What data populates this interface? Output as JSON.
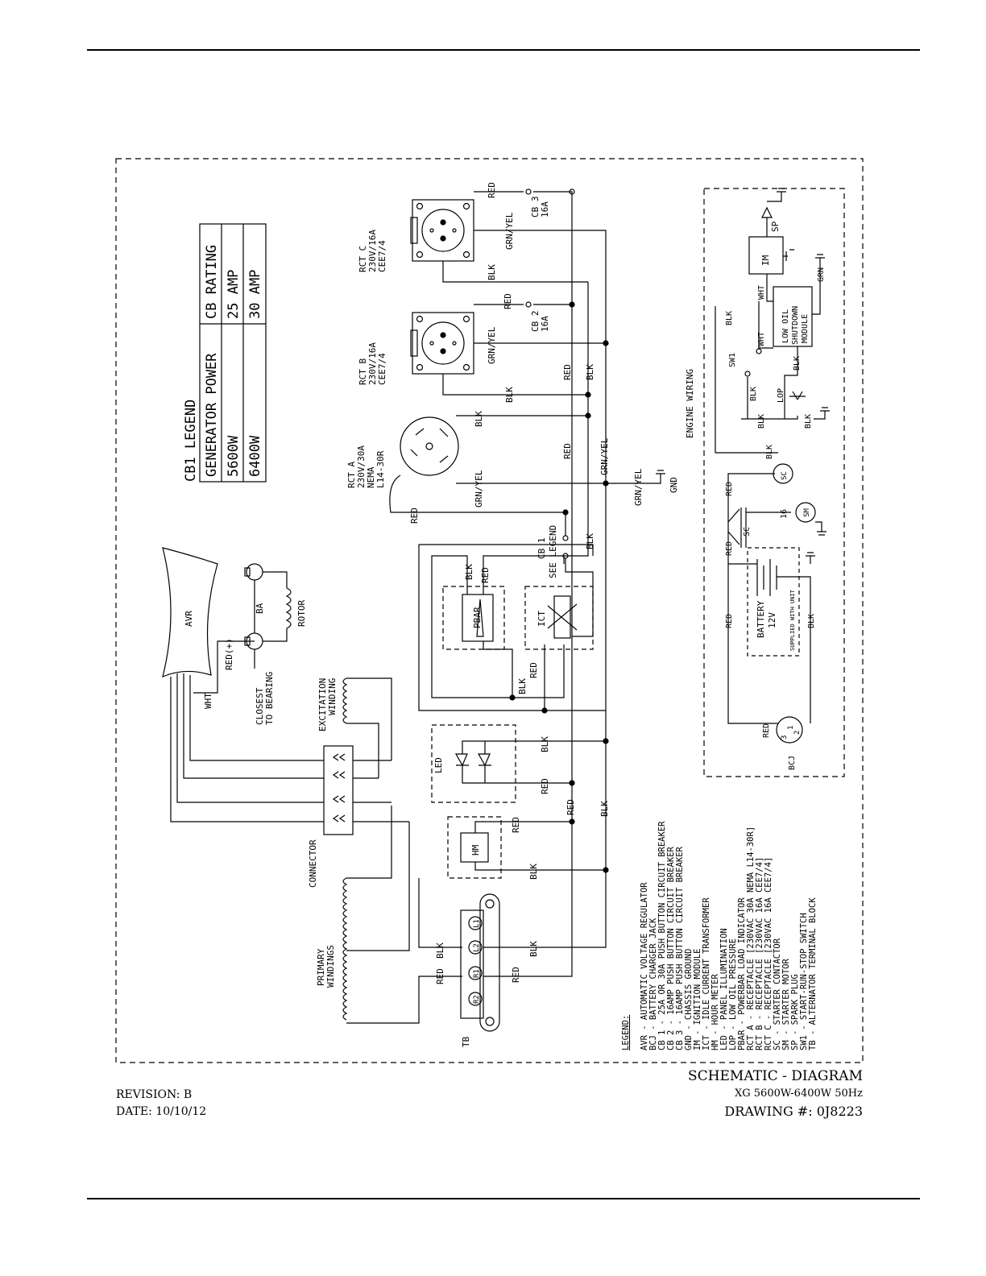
{
  "cb1_legend": {
    "title": "CB1 LEGEND",
    "headers": [
      "GENERATOR POWER",
      "CB RATING"
    ],
    "rows": [
      [
        "5600W",
        "25 AMP"
      ],
      [
        "6400W",
        "30 AMP"
      ]
    ]
  },
  "components": {
    "rct_c": [
      "RCT C",
      "230V/16A",
      "CEE7/4"
    ],
    "rct_b": [
      "RCT B",
      "230V/16A",
      "CEE7/4"
    ],
    "rct_a": [
      "RCT A",
      "230V/30A",
      "NEMA",
      "L14-30R"
    ],
    "cb3": [
      "CB 3",
      "16A"
    ],
    "cb2": [
      "CB 2",
      "16A"
    ],
    "cb1": [
      "CB 1",
      "SEE LEGEND"
    ],
    "avr": "AVR",
    "ba": "BA",
    "rotor": "ROTOR",
    "closest_to_bearing": [
      "CLOSEST",
      "TO BEARING"
    ],
    "excitation_winding": [
      "EXCITATION",
      "WINDING"
    ],
    "connector": "CONNECTOR",
    "primary_windings": [
      "PRIMARY",
      "WINDINGS"
    ],
    "pbar": "PBAR",
    "ict": "ICT",
    "led": "LED",
    "hm": "HM",
    "tb": "TB",
    "tb_terminals": [
      "L1",
      "L2",
      "R1",
      "R2"
    ],
    "gnd": "GND",
    "engine_wiring": "ENGINE WIRING",
    "im": "IM",
    "sp": "SP",
    "low_oil_module": [
      "LOW OIL",
      "SHUTDOWN",
      "MODULE"
    ],
    "sw1": "SW1",
    "lop": "LOP",
    "sc": "SC",
    "sm": "SM",
    "battery": [
      "BATTERY",
      "12V"
    ],
    "supplied_with_unit": "SUPPLIED WITH UNIT",
    "bcj": "BCJ",
    "bcj_pins": [
      "3",
      "1",
      "2"
    ],
    "wire_16": "16"
  },
  "wire_labels": {
    "red": "RED",
    "blk": "BLK",
    "grn_yel": "GRN/YEL",
    "wht": "WHT",
    "red_plus": "RED(+)",
    "grn": "GRN"
  },
  "legend": {
    "title": "LEGEND:",
    "items": [
      "AVR - AUTOMATIC VOLTAGE REGULATOR",
      "BCJ - BATTERY CHARGER JACK",
      "CB 1 - 25A OR 30A PUSH BUTTON CIRCUIT BREAKER",
      "CB 2 - 16AMP PUSH BUTTON CIRCUIT BREAKER",
      "CB 3 - 16AMP PUSH BUTTON CIRCUIT BREAKER",
      "GND - CHASSIS GROUND",
      "IM - IGNITION MODULE",
      "ICT - IDLE CURRENT TRANSFORMER",
      "HM - HOUR METER",
      "LED - PANEL ILLUMINATION",
      "LOP - LOW OIL PRESSURE",
      "PBAR - POWERBAR LOAD INDICATOR",
      "RCT A - RECEPTACLE [230VAC 30A NEMA L14-30R]",
      "RCT B - RECEPTACLE [230VAC 16A CEE7/4]",
      "RCT C - RECEPTACLE [230VAC 16A CEE7/4]",
      "SC - STARTER CONTACTOR",
      "SM - STARTER MOTOR",
      "SP - SPARK PLUG",
      "SW1 - START-RUN-STOP SWITCH",
      "TB - ALTERNATOR TERMINAL BLOCK"
    ]
  },
  "title_block": {
    "title": "SCHEMATIC - DIAGRAM",
    "model": "XG 5600W-6400W 50Hz",
    "drawing": "DRAWING #: 0J8223",
    "revision": "REVISION: B",
    "date": "DATE: 10/10/12"
  }
}
